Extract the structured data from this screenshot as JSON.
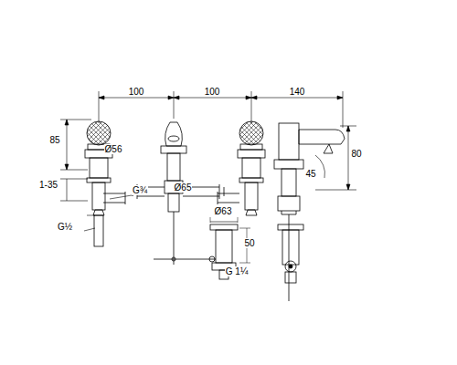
{
  "diagram": {
    "labels": [
      "100",
      "100",
      "140",
      "85",
      "Ø56",
      "1-35",
      "G¾",
      "G½",
      "Ø65",
      "45",
      "80",
      "Ø63",
      "50",
      "G 1¼"
    ]
  }
}
